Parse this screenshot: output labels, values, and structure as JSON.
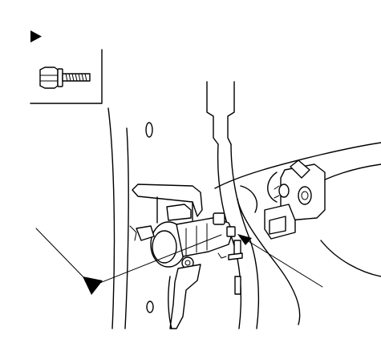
{
  "diagram": {
    "callouts": [
      {
        "marker": "filled-arrowhead",
        "target": "bolt"
      },
      {
        "marker": "filled-arrowhead",
        "target": "connector"
      }
    ]
  }
}
